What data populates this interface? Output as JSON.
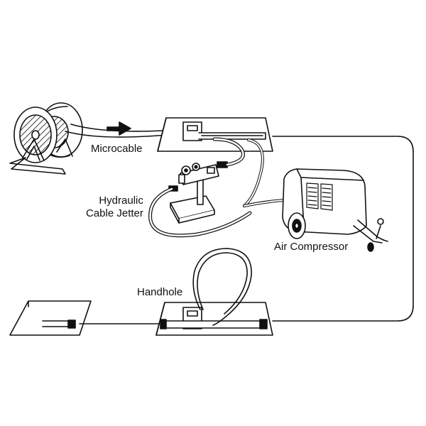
{
  "labels": {
    "microcable": "Microcable",
    "jetter_line1": "Hydraulic",
    "jetter_line2": "Cable Jetter",
    "compressor": "Air Compressor",
    "handhole": "Handhole"
  },
  "icons": [
    "cable-reel-icon",
    "direction-arrow-icon",
    "handhole-box-icon",
    "cable-jetter-icon",
    "air-compressor-icon"
  ],
  "colors": {
    "line": "#111111",
    "background": "#ffffff",
    "fill": "#ffffff"
  }
}
